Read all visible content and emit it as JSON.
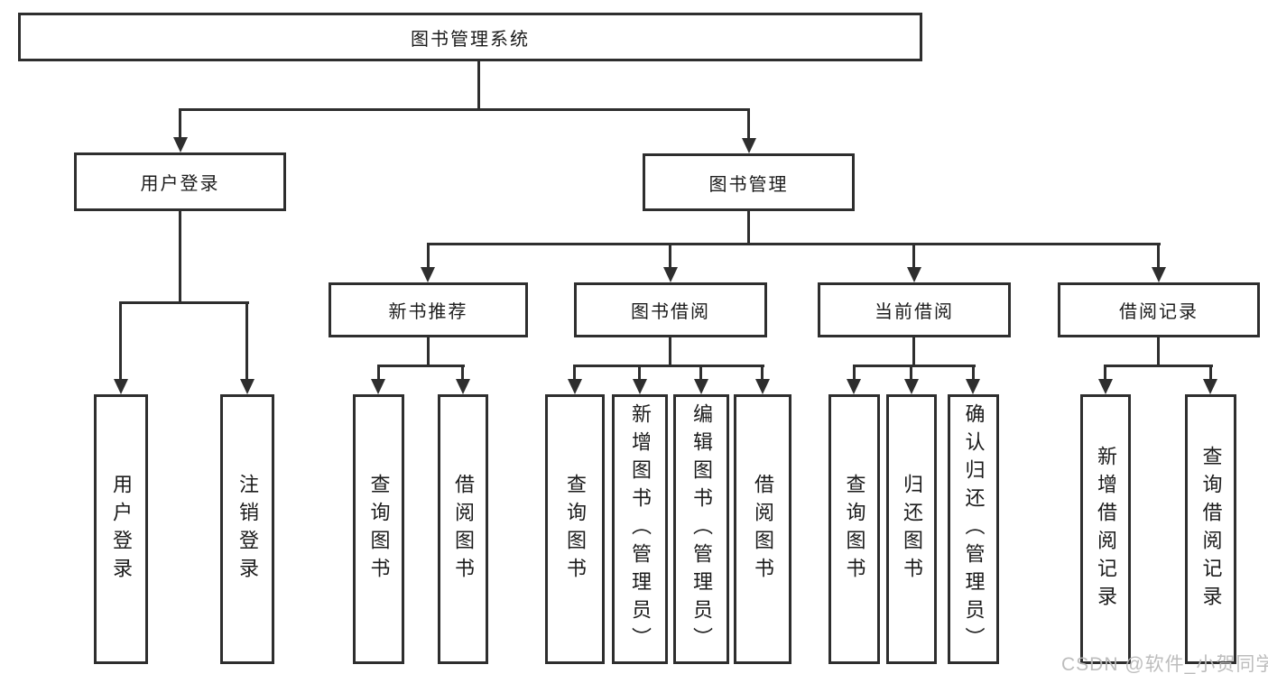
{
  "diagram": {
    "root": {
      "label": "图书管理系统"
    },
    "branches": {
      "user_login": {
        "label": "用户登录",
        "children": {
          "login": {
            "label": "用户登录"
          },
          "logout": {
            "label": "注销登录"
          }
        }
      },
      "book_management": {
        "label": "图书管理",
        "children": {
          "new_book_recommend": {
            "label": "新书推荐",
            "children": {
              "query_books": {
                "label": "查询图书"
              },
              "borrow_books": {
                "label": "借阅图书"
              }
            }
          },
          "book_borrow": {
            "label": "图书借阅",
            "children": {
              "query_books": {
                "label": "查询图书"
              },
              "add_books": {
                "label": "新增图书（管理员）"
              },
              "edit_books": {
                "label": "编辑图书（管理员）"
              },
              "borrow_books": {
                "label": "借阅图书"
              }
            }
          },
          "current_borrow": {
            "label": "当前借阅",
            "children": {
              "query_books": {
                "label": "查询图书"
              },
              "return_books": {
                "label": "归还图书"
              },
              "confirm_return": {
                "label": "确认归还（管理员）"
              }
            }
          },
          "borrow_records": {
            "label": "借阅记录",
            "children": {
              "add_record": {
                "label": "新增借阅记录"
              },
              "query_record": {
                "label": "查询借阅记录"
              }
            }
          }
        }
      }
    },
    "watermark": "CSDN @软件_小贺同学",
    "colors": {
      "line": "#2e2e2e",
      "text": "#1b1b1b",
      "watermark": "#b9b9b9",
      "background": "#ffffff"
    }
  }
}
